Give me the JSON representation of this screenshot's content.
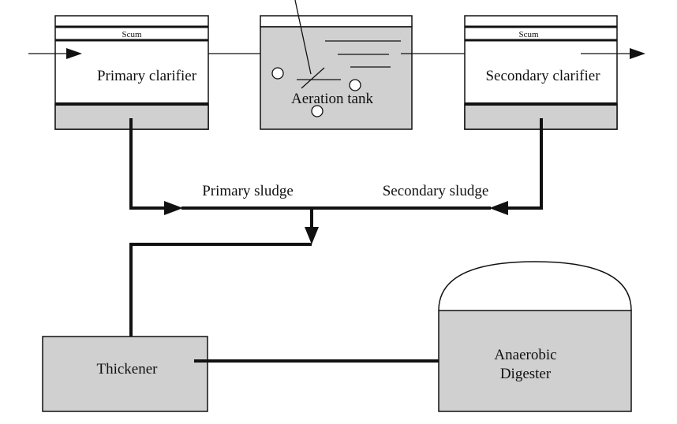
{
  "colors": {
    "line": "#111111",
    "sludge_fill": "#d0d0d0",
    "tank_fill": "#d0d0d0",
    "background": "#ffffff"
  },
  "primary_clarifier": {
    "scum_label": "Scum",
    "label": "Primary clarifier"
  },
  "aeration_tank": {
    "label": "Aeration tank"
  },
  "secondary_clarifier": {
    "scum_label": "Scum",
    "label": "Secondary clarifier"
  },
  "sludge_lines": {
    "primary_label": "Primary sludge",
    "secondary_label": "Secondary sludge"
  },
  "thickener": {
    "label": "Thickener"
  },
  "digester": {
    "label_line1": "Anaerobic",
    "label_line2": "Digester"
  }
}
